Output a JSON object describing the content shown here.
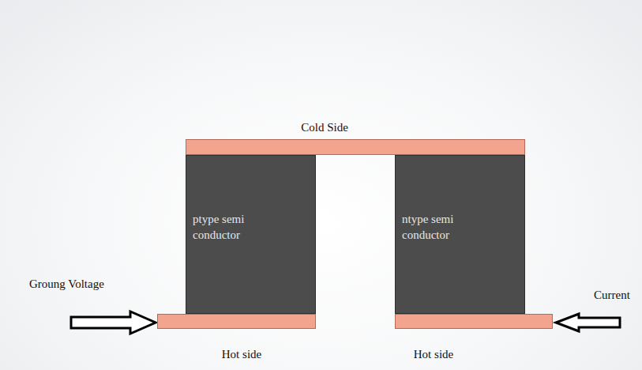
{
  "diagram": {
    "nodes": [
      {
        "text": [
          "Cold Side"
        ]
      },
      {
        "text": [
          "ptype semi conductor"
        ]
      },
      {
        "text": [
          "ntype semi conductor"
        ]
      },
      {
        "text": [
          "Hot side"
        ]
      },
      {
        "text": [
          "Hot side"
        ]
      }
    ],
    "labels": [
      "Groung Voltage",
      "Current"
    ]
  }
}
